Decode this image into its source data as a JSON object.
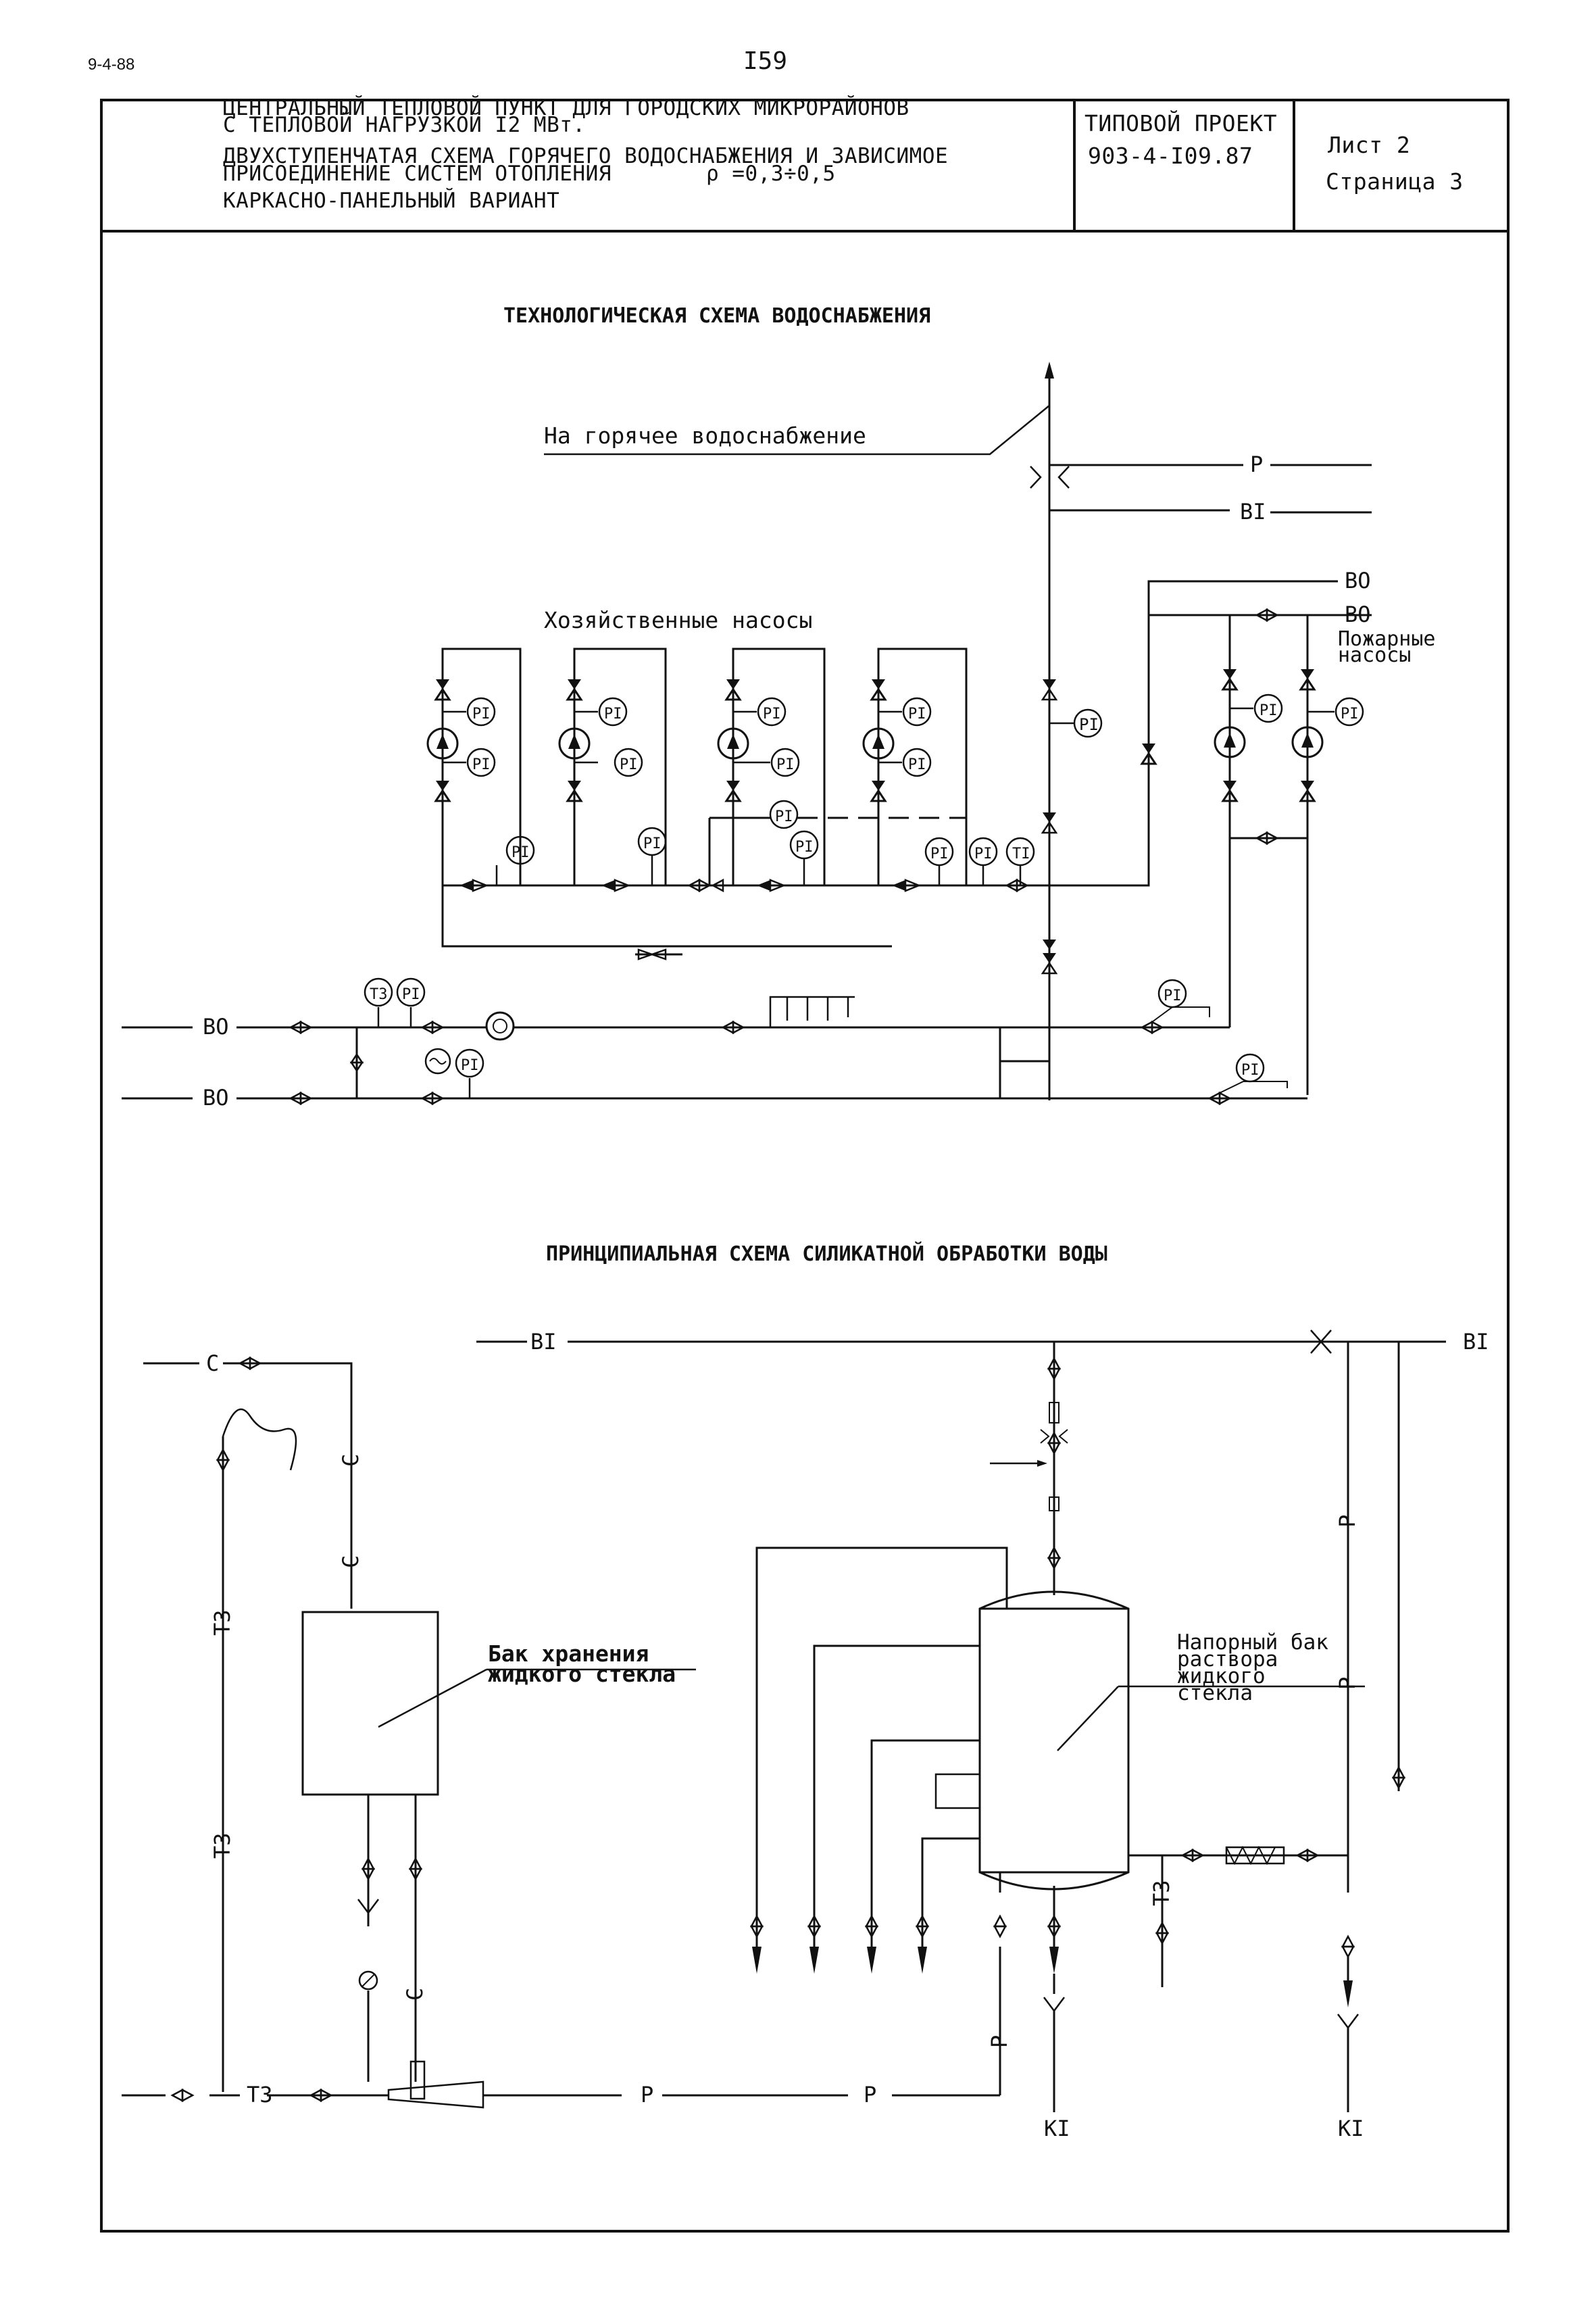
{
  "header": {
    "code": "9-4-88",
    "page_number": "I59"
  },
  "title_block": {
    "title_lines": [
      "ЦЕНТРАЛЬНЫЙ ТЕПЛОВОЙ ПУНКТ ДЛЯ ГОРОДСКИХ МИКРОРАЙОНОВ",
      "С ТЕПЛОВОЙ НАГРУЗКОЙ I2 МВт.",
      "ДВУХСТУПЕНЧАТАЯ СХЕМА ГОРЯЧЕГО ВОДОСНАБЖЕНИЯ И ЗАВИСИМОЕ",
      "ПРИСОЕДИНЕНИЕ СИСТЕМ ОТОПЛЕНИЯ",
      "КАРКАСНО-ПАНЕЛЬНЫЙ ВАРИАНТ"
    ],
    "rho_value": "ρ =0,3÷0,5",
    "project_label": "ТИПОВОЙ ПРОЕКТ",
    "project_number": "903-4-I09.87",
    "sheet": "Лист 2",
    "page": "Страница 3"
  },
  "scheme1": {
    "title": "ТЕХНОЛОГИЧЕСКАЯ СХЕМА ВОДОСНАБЖЕНИЯ",
    "hot_water_label": "На горячее водоснабжение",
    "household_pumps_label": "Хозяйственные насосы",
    "fire_pumps_label_1": "Пожарные",
    "fire_pumps_label_2": "насосы",
    "pipe_p": "Р",
    "pipe_b1": "BI",
    "pipe_b0": "BO",
    "gauge_pi": "PI",
    "gauge_ti": "TI",
    "gauge_t3": "T3"
  },
  "scheme2": {
    "title": "ПРИНЦИПИАЛЬНАЯ СХЕМА СИЛИКАТНОЙ ОБРАБОТКИ ВОДЫ",
    "storage_tank_label_1": "Бак хранения",
    "storage_tank_label_2": "жидкого стекла",
    "pressure_tank_label_1": "Напорный бак",
    "pressure_tank_label_2": "раствора",
    "pressure_tank_label_3": "жидкого",
    "pressure_tank_label_4": "стекла",
    "pipe_c": "С",
    "pipe_t3": "Т3",
    "pipe_p": "Р",
    "pipe_b1": "BI",
    "pipe_k1": "KI"
  }
}
